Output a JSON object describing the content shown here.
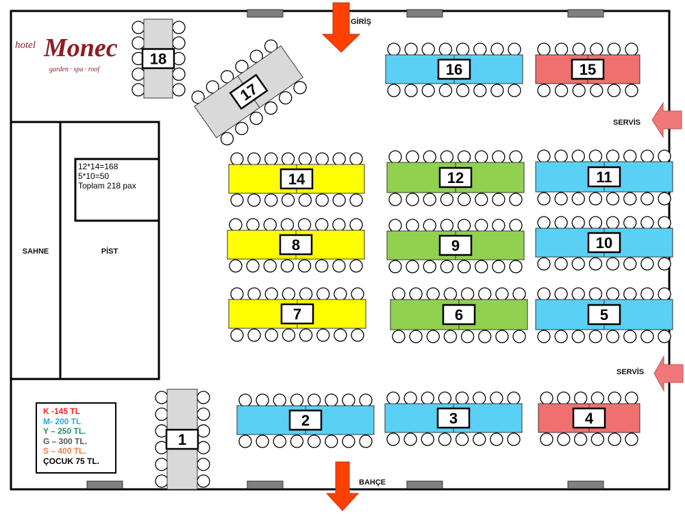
{
  "labels": {
    "entrance": "GİRİŞ",
    "service_top": "SERVİS",
    "service_bottom": "SERVİS",
    "garden": "BAHÇE",
    "stage": "SAHNE",
    "dance_floor": "PİST"
  },
  "logo": {
    "hotel": "hotel",
    "name": "Monec",
    "tagline": "garden · spa · roof"
  },
  "capacity_note": [
    "12*14=168",
    "5*10=50",
    "Toplam 218 pax"
  ],
  "legend": [
    {
      "text": "K -145 TL",
      "color": "#ff2020"
    },
    {
      "text": "M- 200 TL",
      "color": "#27a8e0"
    },
    {
      "text": "Y – 250 TL.",
      "color": "#1b8f6a"
    },
    {
      "text": "G – 300 TL.",
      "color": "#555555"
    },
    {
      "text": "S – 400 TL.",
      "color": "#f08040"
    },
    {
      "text": "ÇOCUK 75 TL.",
      "color": "#000000"
    }
  ],
  "colors": {
    "blue": "#5ad0f5",
    "red": "#f07070",
    "yellow": "#ffff00",
    "green": "#92d050",
    "gray": "#d9d9d9",
    "arrow_entrance": "#ff4000",
    "arrow_service": "#f07878",
    "door": "#808080"
  },
  "tables": [
    {
      "num": "1",
      "color": "gray"
    },
    {
      "num": "2",
      "color": "blue"
    },
    {
      "num": "3",
      "color": "blue"
    },
    {
      "num": "4",
      "color": "red"
    },
    {
      "num": "5",
      "color": "blue"
    },
    {
      "num": "6",
      "color": "green"
    },
    {
      "num": "7",
      "color": "yellow"
    },
    {
      "num": "8",
      "color": "yellow"
    },
    {
      "num": "9",
      "color": "green"
    },
    {
      "num": "10",
      "color": "blue"
    },
    {
      "num": "11",
      "color": "blue"
    },
    {
      "num": "12",
      "color": "green"
    },
    {
      "num": "14",
      "color": "yellow"
    },
    {
      "num": "15",
      "color": "red"
    },
    {
      "num": "16",
      "color": "blue"
    },
    {
      "num": "17",
      "color": "gray"
    },
    {
      "num": "18",
      "color": "gray"
    }
  ]
}
